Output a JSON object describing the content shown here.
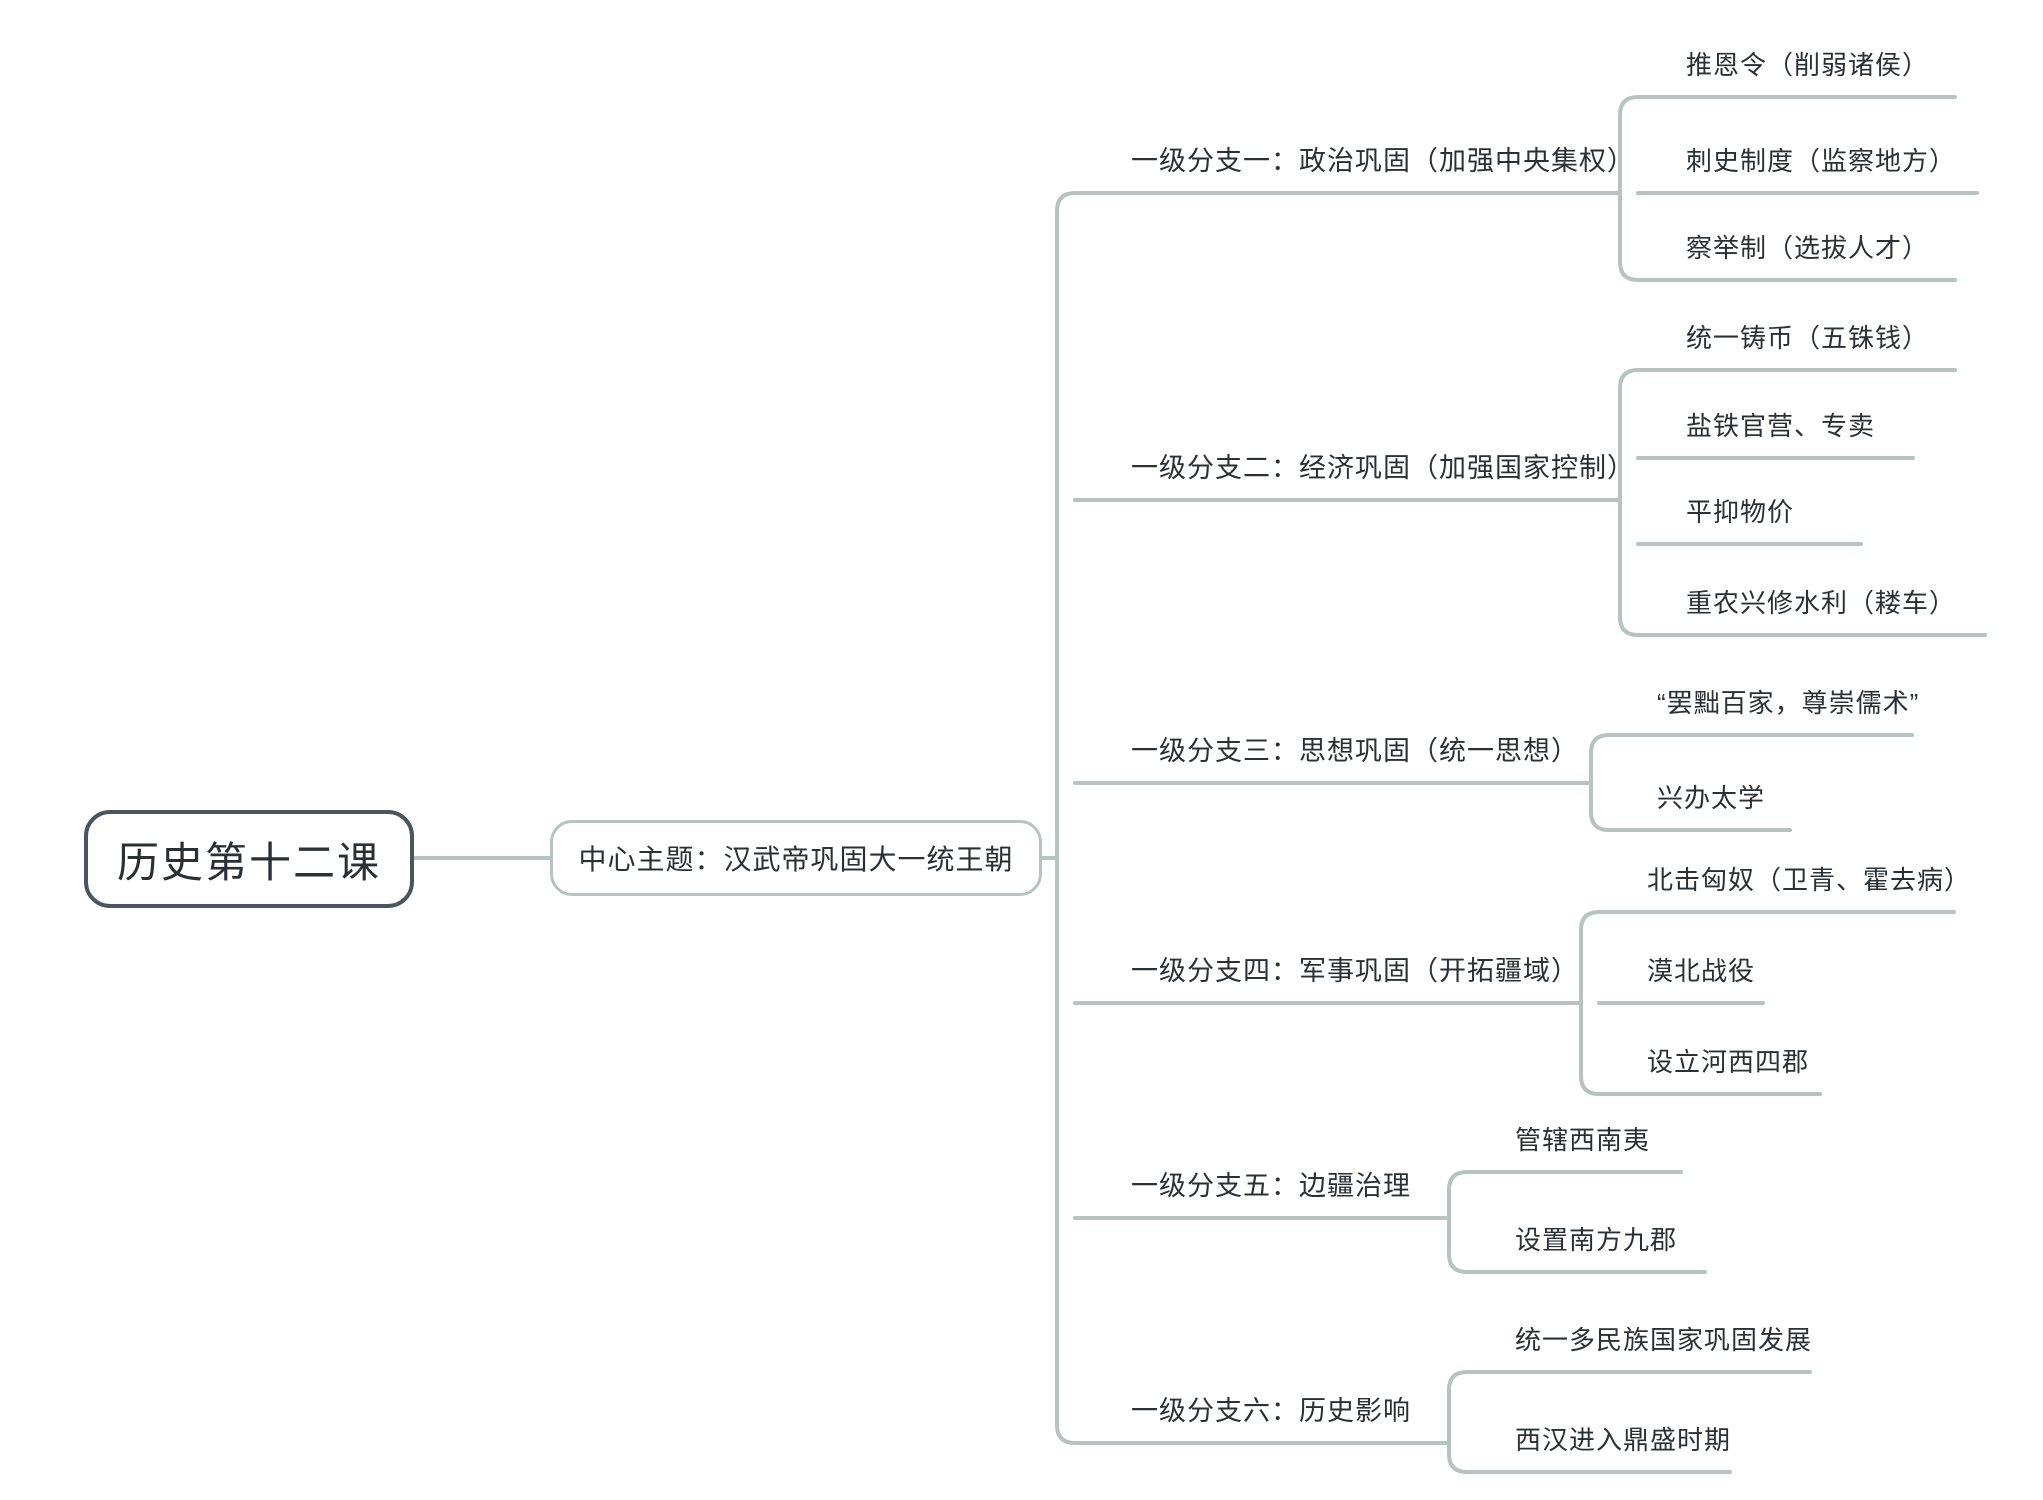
{
  "page": {
    "title": "历史第十二课",
    "background_color": "#ffffff",
    "line_color": "#b6c3c1",
    "root_border_color": "#4a5560",
    "text_color": "#2b3034"
  },
  "root": {
    "label": "历史第十二课"
  },
  "central_topic": {
    "label": "中心主题：汉武帝巩固大一统王朝"
  },
  "branches": [
    {
      "label": "一级分支一：政治巩固（加强中央集权）",
      "children": [
        {
          "label": "推恩令（削弱诸侯）"
        },
        {
          "label": "刺史制度（监察地方）"
        },
        {
          "label": "察举制（选拔人才）"
        }
      ]
    },
    {
      "label": "一级分支二：经济巩固（加强国家控制）",
      "children": [
        {
          "label": "统一铸币（五铢钱）"
        },
        {
          "label": "盐铁官营、专卖"
        },
        {
          "label": "平抑物价"
        },
        {
          "label": "重农兴修水利（耧车）"
        }
      ]
    },
    {
      "label": "一级分支三：思想巩固（统一思想）",
      "children": [
        {
          "label": "“罢黜百家，尊崇儒术”"
        },
        {
          "label": "兴办太学"
        }
      ]
    },
    {
      "label": "一级分支四：军事巩固（开拓疆域）",
      "children": [
        {
          "label": "北击匈奴（卫青、霍去病）"
        },
        {
          "label": "漠北战役"
        },
        {
          "label": "设立河西四郡"
        }
      ]
    },
    {
      "label": "一级分支五：边疆治理",
      "children": [
        {
          "label": "管辖西南夷"
        },
        {
          "label": "设置南方九郡"
        }
      ]
    },
    {
      "label": "一级分支六：历史影响",
      "children": [
        {
          "label": "统一多民族国家巩固发展"
        },
        {
          "label": "西汉进入鼎盛时期"
        }
      ]
    }
  ]
}
